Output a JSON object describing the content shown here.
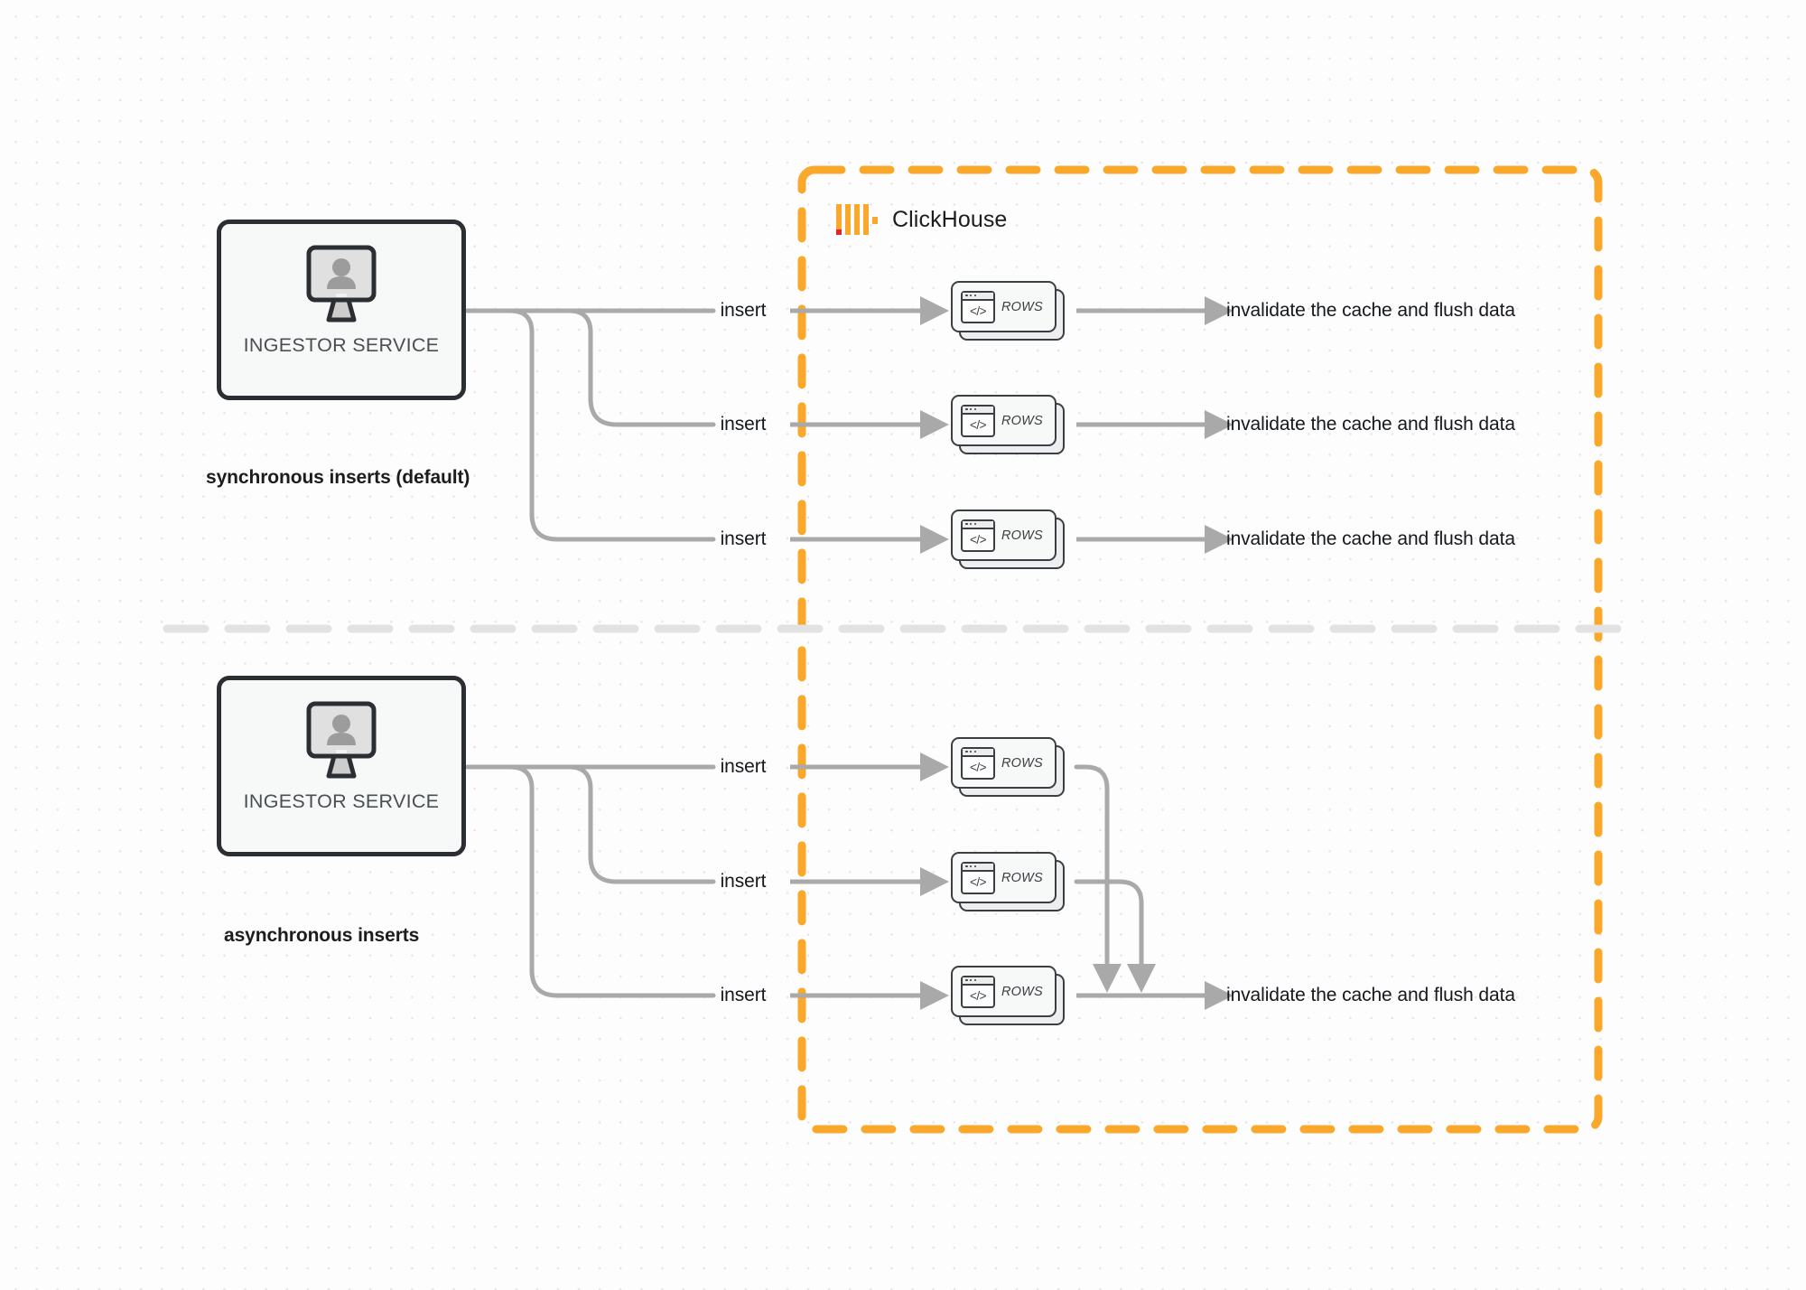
{
  "diagram": {
    "title": "ClickHouse synchronous vs asynchronous inserts",
    "colors": {
      "boundary": "#faa82c",
      "connector": "#a9a9a9",
      "box_stroke": "#2b2f33",
      "text": "#15181c",
      "logo_orange": "#faa82c",
      "logo_red": "#e8222a",
      "grid_dot": "#e6e4e4",
      "divider": "#e2e2e2"
    }
  },
  "clickhouse": {
    "brand_name": "ClickHouse",
    "logo_icon": "clickhouse-logo-icon"
  },
  "sections": [
    {
      "id": "synchronous",
      "caption": "synchronous inserts (default)",
      "service": {
        "label": "INGESTOR SERVICE",
        "icon": "monitor-user-icon"
      },
      "flows": [
        {
          "insert_label": "insert",
          "card_label": "ROWS",
          "card_icon": "code-window-icon",
          "result_label": "invalidate the cache and flush data"
        },
        {
          "insert_label": "insert",
          "card_label": "ROWS",
          "card_icon": "code-window-icon",
          "result_label": "invalidate the cache and flush data"
        },
        {
          "insert_label": "insert",
          "card_label": "ROWS",
          "card_icon": "code-window-icon",
          "result_label": "invalidate the cache and flush data"
        }
      ]
    },
    {
      "id": "asynchronous",
      "caption": "asynchronous inserts",
      "service": {
        "label": "INGESTOR SERVICE",
        "icon": "monitor-user-icon"
      },
      "flows": [
        {
          "insert_label": "insert",
          "card_label": "ROWS",
          "card_icon": "code-window-icon"
        },
        {
          "insert_label": "insert",
          "card_label": "ROWS",
          "card_icon": "code-window-icon"
        },
        {
          "insert_label": "insert",
          "card_label": "ROWS",
          "card_icon": "code-window-icon"
        }
      ],
      "merged_result_label": "invalidate the cache and flush data"
    }
  ]
}
